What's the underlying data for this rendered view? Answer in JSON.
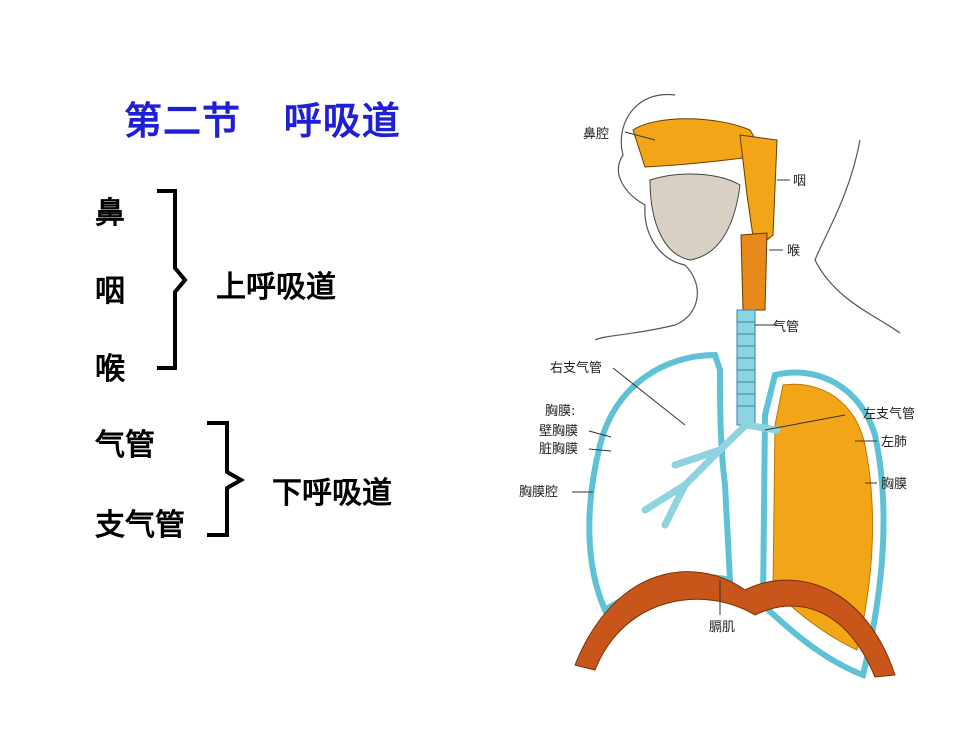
{
  "title": "第二节   呼吸道",
  "upper": {
    "items": [
      "鼻",
      "咽",
      "喉"
    ],
    "label": "上呼吸道"
  },
  "lower": {
    "items": [
      "气管",
      "支气管"
    ],
    "label": "下呼吸道"
  },
  "figure": {
    "labels": {
      "nasal_cavity": "鼻腔",
      "pharynx": "咽",
      "larynx": "喉",
      "trachea": "气管",
      "right_bronchus": "右支气管",
      "pleura": "胸膜:",
      "parietal_pleura": "壁胸膜",
      "visceral_pleura": "脏胸膜",
      "pleural_cavity": "胸膜腔",
      "left_bronchus": "左支气管",
      "left_lung": "左肺",
      "pleura_right": "胸膜",
      "diaphragm": "膈肌"
    }
  },
  "colors": {
    "title": "#1f1fd6",
    "lung": "#f2a516",
    "pleura": "#5fc1d6",
    "airway": "#e8891c",
    "diaphragm": "#c8561a"
  }
}
